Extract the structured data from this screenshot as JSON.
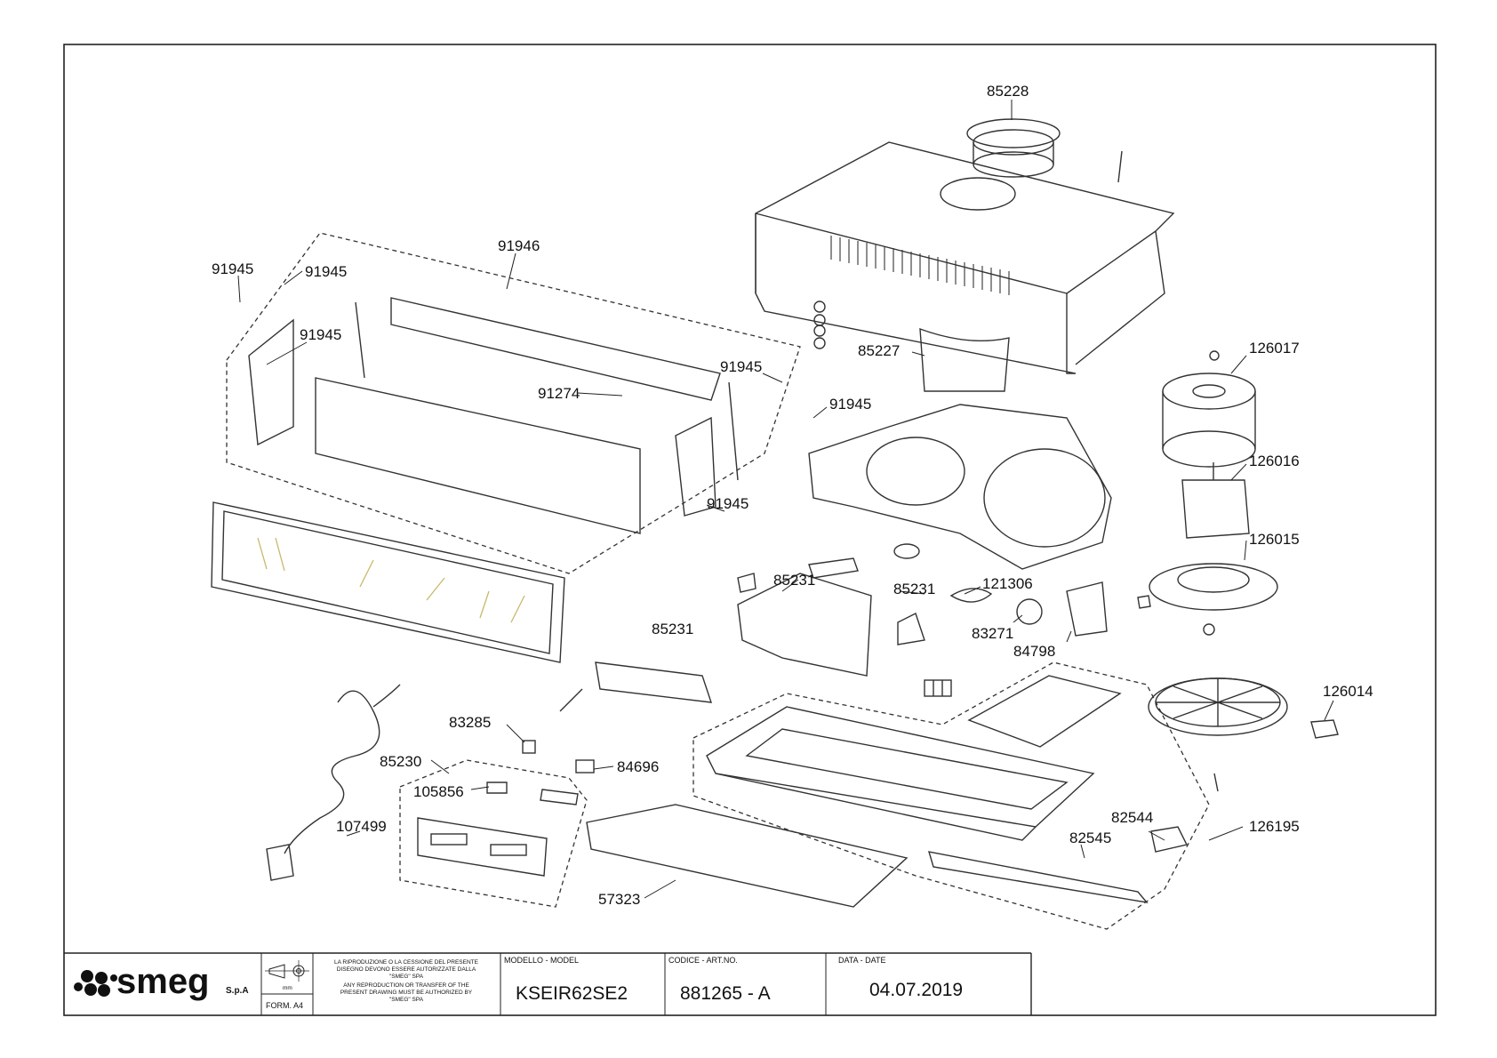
{
  "labels": {
    "l85228": "85228",
    "l91946": "91946",
    "l91945a": "91945",
    "l91945b": "91945",
    "l91945c": "91945",
    "l91945d": "91945",
    "l91945e": "91945",
    "l91945f": "91945",
    "l91274": "91274",
    "l85227": "85227",
    "l126017": "126017",
    "l126016": "126016",
    "l126015": "126015",
    "l85231a": "85231",
    "l85231b": "85231",
    "l85231c": "85231",
    "l121306": "121306",
    "l83271": "83271",
    "l84798": "84798",
    "l126014": "126014",
    "l83285": "83285",
    "l84696": "84696",
    "l85230": "85230",
    "l105856": "105856",
    "l107499": "107499",
    "l57323": "57323",
    "l82544": "82544",
    "l82545": "82545",
    "l126195": "126195"
  },
  "title_block": {
    "company": "smeg",
    "company_suffix": "S.p.A",
    "unit": "mm",
    "format": "FORM. A4",
    "notice_it": [
      "LA RIPRODUZIONE O LA CESSIONE DEL PRESENTE",
      "DISEGNO DEVONO ESSERE AUTORIZZATE DALLA",
      "\"SMEG\" SPA"
    ],
    "notice_en": [
      "ANY REPRODUCTION OR TRANSFER OF THE",
      "PRESENT DRAWING MUST BE AUTHORIZED BY",
      "\"SMEG\" SPA"
    ],
    "model_header": "MODELLO - MODEL",
    "model_value": "KSEIR62SE2",
    "code_header": "CODICE - ART.NO.",
    "code_value": "881265 - A",
    "date_header": "DATA - DATE",
    "date_value": "04.07.2019"
  }
}
